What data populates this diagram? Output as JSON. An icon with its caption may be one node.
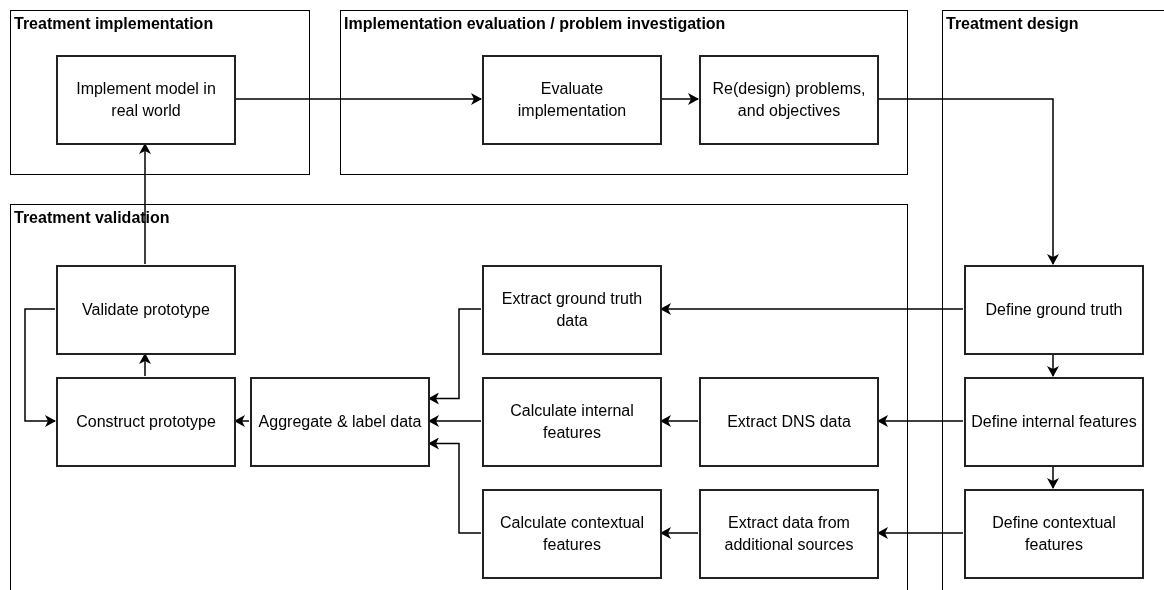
{
  "diagram": {
    "nodes": [
      {
        "text": [
          "Treatment implementation"
        ]
      },
      {
        "text": [
          "Implement model in real world"
        ],
        "in": 0
      },
      {
        "text": [
          "Implementation evaluation / problem investigation"
        ]
      },
      {
        "text": [
          "Evaluate implementation"
        ],
        "in": 2
      },
      {
        "text": [
          "Re(design) problems, and objectives"
        ],
        "in": 2
      },
      {
        "text": [
          "Treatment design"
        ]
      },
      {
        "text": [
          "Treatment validation"
        ]
      },
      {
        "text": [
          "Validate prototype"
        ],
        "in": 6
      },
      {
        "text": [
          "Extract ground truth data"
        ],
        "in": 6
      },
      {
        "text": [
          "Define ground truth"
        ],
        "in": 5
      },
      {
        "text": [
          "Construct prototype"
        ],
        "in": 6
      },
      {
        "text": [
          "Aggregate & label data"
        ],
        "in": 6
      },
      {
        "text": [
          "Calculate internal features"
        ],
        "in": 6
      },
      {
        "text": [
          "Extract DNS data"
        ],
        "in": 6
      },
      {
        "text": [
          "Define internal features"
        ],
        "in": 5
      },
      {
        "text": [
          "Calculate contextual features"
        ],
        "in": 6
      },
      {
        "text": [
          "Extract data from additional sources"
        ],
        "in": 6
      },
      {
        "text": [
          "Define contextual features"
        ],
        "in": 5
      }
    ],
    "edges": [
      {
        "from": 1,
        "to": 3,
        "arrow": "to"
      },
      {
        "from": 3,
        "to": 4,
        "arrow": "to"
      },
      {
        "from": 4,
        "to": 9,
        "arrow": "to"
      },
      {
        "from": 7,
        "to": 1,
        "arrow": "to"
      },
      {
        "from": 7,
        "to": 10,
        "arrow": "to"
      },
      {
        "from": 10,
        "to": 7,
        "arrow": "to"
      },
      {
        "from": 11,
        "to": 10,
        "arrow": "to"
      },
      {
        "from": 8,
        "to": 11,
        "arrow": "to"
      },
      {
        "from": 12,
        "to": 11,
        "arrow": "to"
      },
      {
        "from": 15,
        "to": 11,
        "arrow": "to"
      },
      {
        "from": 13,
        "to": 12,
        "arrow": "to"
      },
      {
        "from": 16,
        "to": 15,
        "arrow": "to"
      },
      {
        "from": 9,
        "to": 8,
        "arrow": "to"
      },
      {
        "from": 14,
        "to": 13,
        "arrow": "to"
      },
      {
        "from": 17,
        "to": 16,
        "arrow": "to"
      },
      {
        "from": 9,
        "to": 14,
        "arrow": "to"
      },
      {
        "from": 14,
        "to": 17,
        "arrow": "to"
      }
    ]
  }
}
